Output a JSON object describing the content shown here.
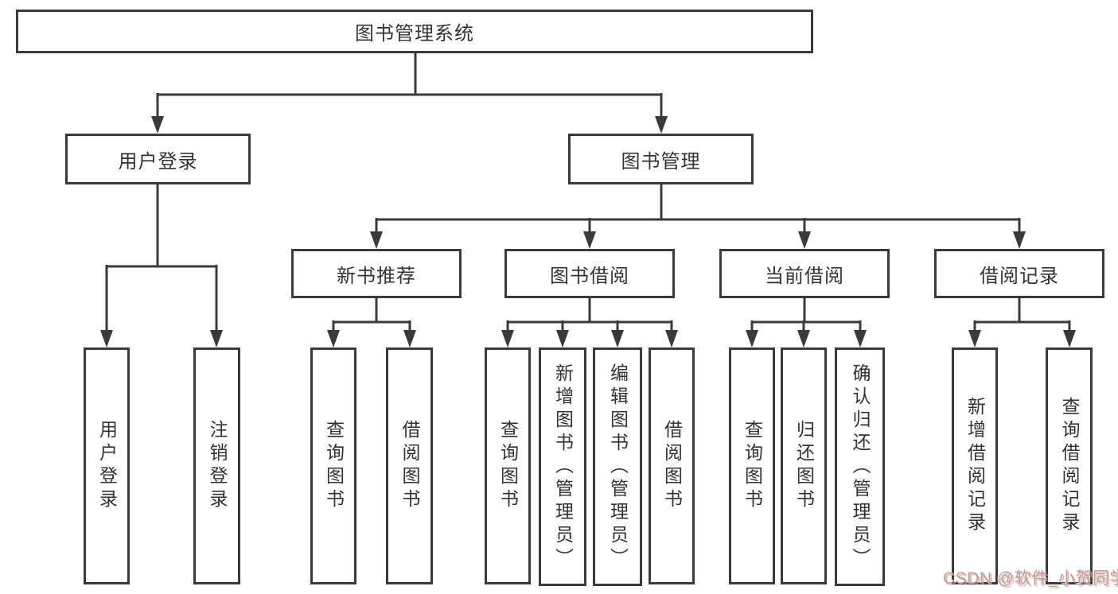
{
  "diagram": {
    "title": "图书管理系统",
    "colors": {
      "line": "#3a3a3a",
      "text": "#333333",
      "background": "#ffffff",
      "watermark_text": "#a8a8a8",
      "watermark_shadow": "#f39889"
    },
    "level1": {
      "root": "图书管理系统"
    },
    "level2": {
      "user_login": "用户登录",
      "book_management": "图书管理"
    },
    "level3": {
      "new_book_recommend": "新书推荐",
      "book_borrowing": "图书借阅",
      "current_borrowing": "当前借阅",
      "borrowing_records": "借阅记录"
    },
    "level4": {
      "user_login": "用户登录",
      "logout": "注销登录",
      "rec_query_books": "查询图书",
      "rec_borrow_books": "借阅图书",
      "bb_query_books": "查询图书",
      "bb_add_books": "新增图书（管理员）",
      "bb_edit_books": "编辑图书（管理员）",
      "bb_borrow_books": "借阅图书",
      "cb_query_books": "查询图书",
      "cb_return_books": "归还图书",
      "cb_confirm_return": "确认归还（管理员）",
      "br_add_record": "新增借阅记录",
      "br_query_record": "查询借阅记录"
    },
    "watermark": "CSDN @软件_小贺同学"
  }
}
